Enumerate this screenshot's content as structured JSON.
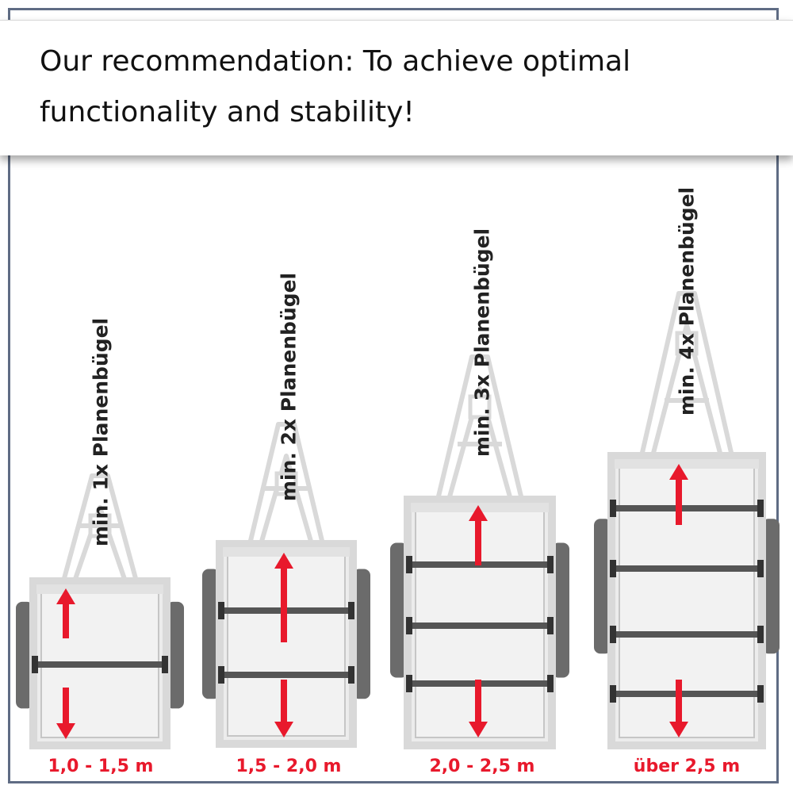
{
  "banner": {
    "text": "Our recommendation: To achieve optimal functionality and stability!"
  },
  "trailers": [
    {
      "count_label": "min. 1x Planenbügel",
      "range_label": "1,0 - 1,5 m",
      "bows": 1
    },
    {
      "count_label": "min. 2x Planenbügel",
      "range_label": "1,5 - 2,0 m",
      "bows": 2
    },
    {
      "count_label": "min. 3x Planenbügel",
      "range_label": "2,0 - 2,5 m",
      "bows": 3
    },
    {
      "count_label": "min. 4x Planenbügel",
      "range_label": "über 2,5 m",
      "bows": 4
    }
  ],
  "colors": {
    "accent_red": "#e8192c",
    "frame_border": "#5f6c84",
    "trailer_frame": "#d9d9d9",
    "bar": "#555555"
  }
}
